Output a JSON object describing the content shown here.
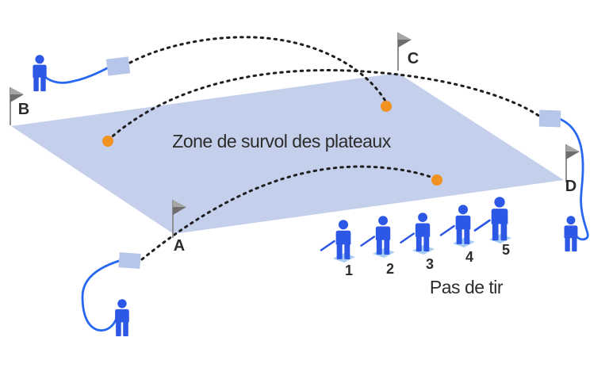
{
  "diagram": {
    "zone_label": "Zone de survol des plateaux",
    "firing_line_label": "Pas de tir",
    "flag_labels": [
      "A",
      "B",
      "C",
      "D"
    ],
    "position_labels": [
      "1",
      "2",
      "3",
      "4",
      "5"
    ],
    "colors": {
      "zone_fill": "#c4cfeb",
      "trap_fill": "#b6c5e9",
      "figure_blue": "#2d57e5",
      "pad_blue": "#a9cdf4",
      "clay_orange": "#f0921f",
      "cord_blue": "#2767f2",
      "flag_gray_light": "#a5a5a5",
      "flag_gray_dark": "#6e6e6e",
      "flag_pole_gray": "#8f8f8f",
      "trajectory_black": "#1f1f1f",
      "text_dark": "#2c2c2c"
    }
  }
}
